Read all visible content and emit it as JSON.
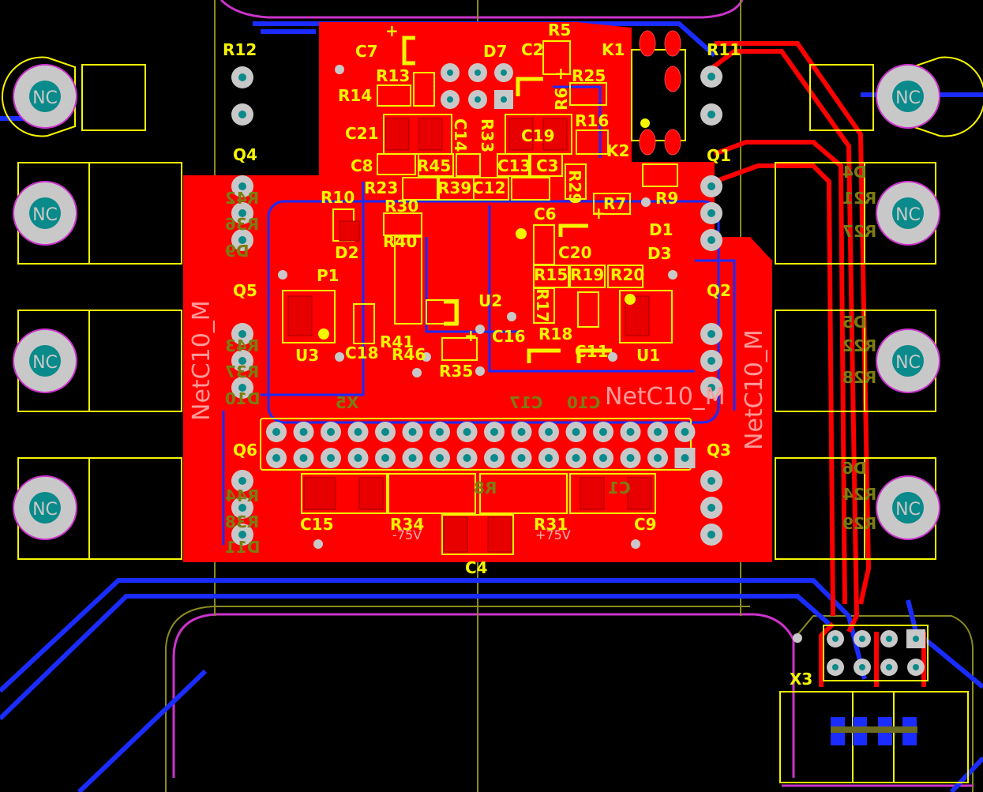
{
  "board": {
    "nc_label": "NC",
    "labels_top": [
      "R12",
      "R11",
      "C7",
      "D7",
      "C2",
      "R5",
      "K1",
      "R13",
      "R25",
      "R14",
      "R6",
      "C21",
      "R33",
      "C14",
      "C19",
      "R16",
      "K2",
      "C8",
      "R45",
      "C13",
      "C3",
      "R23",
      "R39",
      "C12",
      "R29",
      "R10",
      "R30",
      "R7",
      "C6",
      "R9",
      "D1",
      "D2",
      "R40",
      "C20",
      "D3",
      "P1",
      "R15",
      "R19",
      "R20",
      "U2",
      "R17",
      "R18",
      "U3",
      "C18",
      "R41",
      "C16",
      "C11",
      "U1",
      "R46",
      "R35",
      "Q1",
      "Q2",
      "Q3",
      "Q4",
      "Q5",
      "Q6",
      "X3",
      "C15",
      "R34",
      "R31",
      "C9",
      "C4"
    ],
    "labels_mirrored": [
      "R42",
      "R36",
      "D9",
      "R43",
      "R37",
      "D10",
      "R44",
      "R38",
      "D11",
      "D4",
      "R21",
      "R27",
      "D5",
      "R22",
      "R28",
      "D6",
      "R24",
      "R29",
      "X5",
      "C17",
      "C10",
      "R8",
      "C1"
    ],
    "net_labels": [
      "NetC10_M",
      "NetC10_M",
      "NetC10_M"
    ],
    "rail_labels": [
      "-75V",
      "+75V"
    ],
    "pin_header_x3": "X3"
  }
}
